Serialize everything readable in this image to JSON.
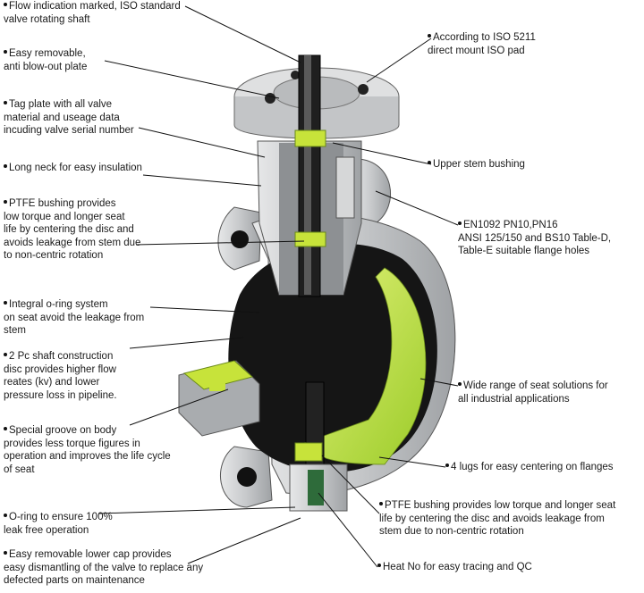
{
  "callouts": {
    "left": [
      [
        "Flow indication marked, ISO standard",
        "valve rotating shaft"
      ],
      [
        "Easy removable,",
        "anti blow-out plate"
      ],
      [
        "Tag plate with all valve",
        "material and useage data",
        "incuding valve serial number"
      ],
      [
        "Long neck for easy insulation"
      ],
      [
        "PTFE bushing provides",
        "low torque and longer seat",
        "life by centering the  disc and",
        "avoids leakage from stem due",
        "to non-centric rotation"
      ],
      [
        "Integral o-ring system",
        "on seat avoid the leakage from",
        "stem"
      ],
      [
        "2 Pc shaft construction",
        "disc provides higher flow",
        "reates (kv) and lower",
        "pressure loss in pipeline."
      ],
      [
        "Special groove on body",
        "provides less torque figures in",
        "operation and improves the life cycle",
        "of seat"
      ],
      [
        "O-ring to ensure 100%",
        "leak free operation"
      ],
      [
        "Easy removable lower cap provides",
        "easy dismantling of the valve to replace any",
        "defected parts on maintenance"
      ]
    ],
    "right": [
      [
        "According to ISO 5211",
        "direct mount ISO pad"
      ],
      [
        "Upper stem bushing"
      ],
      [
        "EN1092 PN10,PN16",
        "ANSI 125/150 and BS10 Table-D,",
        "Table-E suitable flange holes"
      ],
      [
        "Wide range of seat solutions for",
        "all industrial applications"
      ],
      [
        "4 lugs for easy centering on flanges"
      ],
      [
        "PTFE bushing provides low torque and longer seat",
        "life by centering the  disc and avoids leakage from",
        "stem due to non-centric rotation"
      ],
      [
        "Heat No for easy tracing and QC"
      ]
    ]
  },
  "colors": {
    "body_grey": "#c9cbcd",
    "body_dark": "#8a8d90",
    "interior": "#151515",
    "seat_green": "#c7e33a",
    "seat_dark_green": "#2e6b3a"
  }
}
